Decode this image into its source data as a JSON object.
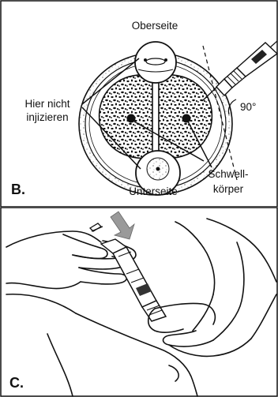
{
  "panel_b": {
    "letter": "B.",
    "label_top": "Oberseite",
    "label_bottom": "Unterseite",
    "label_left_line1": "Hier nicht",
    "label_left_line2": "injizieren",
    "label_right_line1": "Schwell-",
    "label_right_line2": "körper",
    "angle": "90°"
  },
  "panel_c": {
    "letter": "C."
  },
  "colors": {
    "ink": "#111111",
    "arrow_gray": "#9a9a9a",
    "background": "#ffffff"
  }
}
